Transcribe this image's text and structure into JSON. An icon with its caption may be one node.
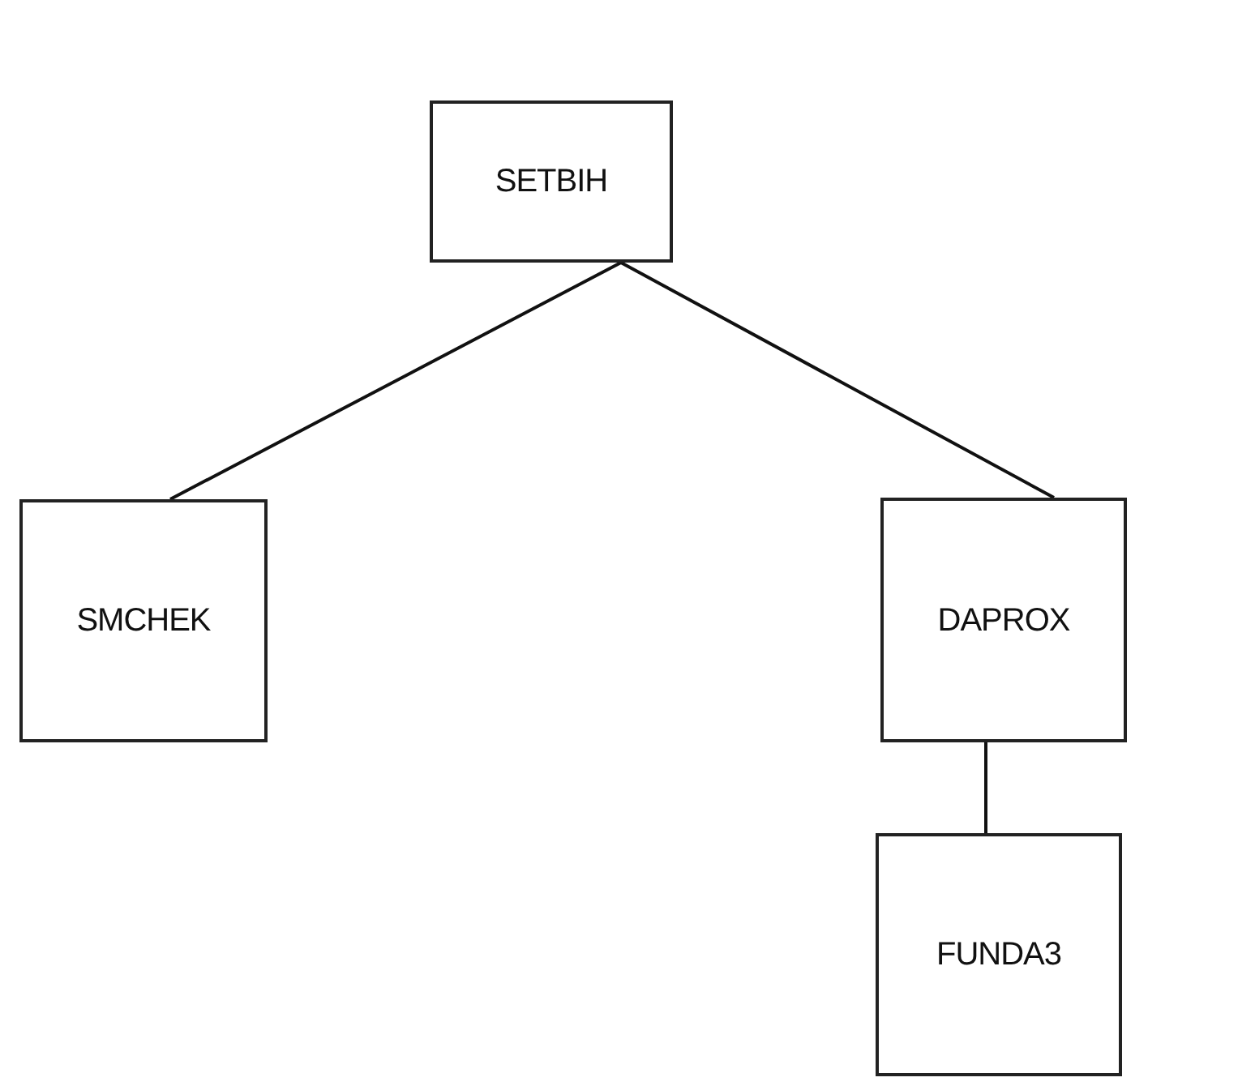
{
  "diagram": {
    "nodes": [
      {
        "text": [
          "SETBIH"
        ]
      },
      {
        "text": [
          "SMCHEK"
        ]
      },
      {
        "text": [
          "DAPROX"
        ]
      },
      {
        "text": [
          "FUNDA3"
        ]
      }
    ],
    "edges": [
      {
        "from": 0,
        "to": 1,
        "arrow": "none"
      },
      {
        "from": 0,
        "to": 2,
        "arrow": "none"
      },
      {
        "from": 2,
        "to": 3,
        "arrow": "none"
      }
    ]
  }
}
